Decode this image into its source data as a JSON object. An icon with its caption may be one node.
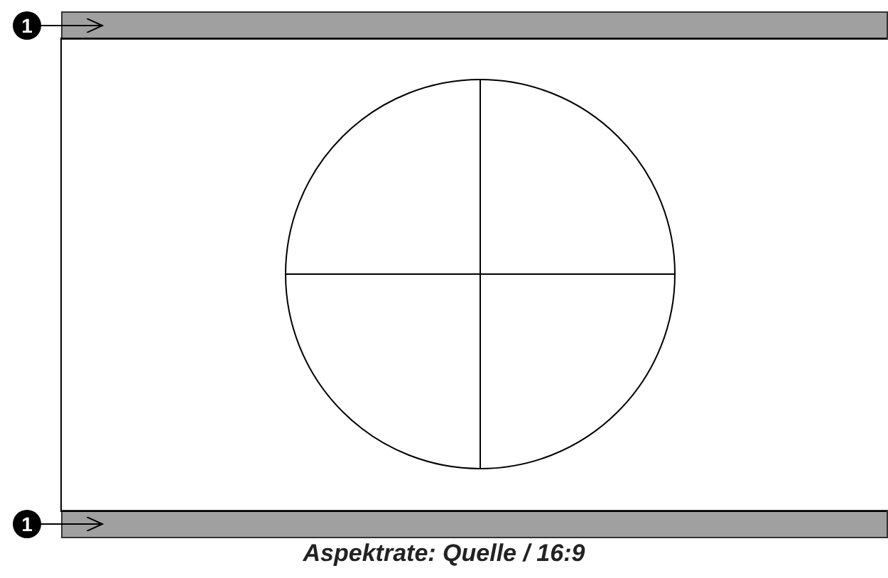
{
  "diagram": {
    "caption": "Aspektrate: Quelle / 16:9",
    "nodes": [
      {
        "text": [
          "1"
        ]
      },
      {
        "text": [],
        "shape": "bar"
      },
      {
        "text": [
          "1"
        ]
      },
      {
        "text": [],
        "shape": "bar"
      }
    ],
    "edges": [
      {
        "from": 0,
        "to": 1,
        "arrow": "to"
      },
      {
        "from": 2,
        "to": 3,
        "arrow": "to"
      }
    ]
  }
}
